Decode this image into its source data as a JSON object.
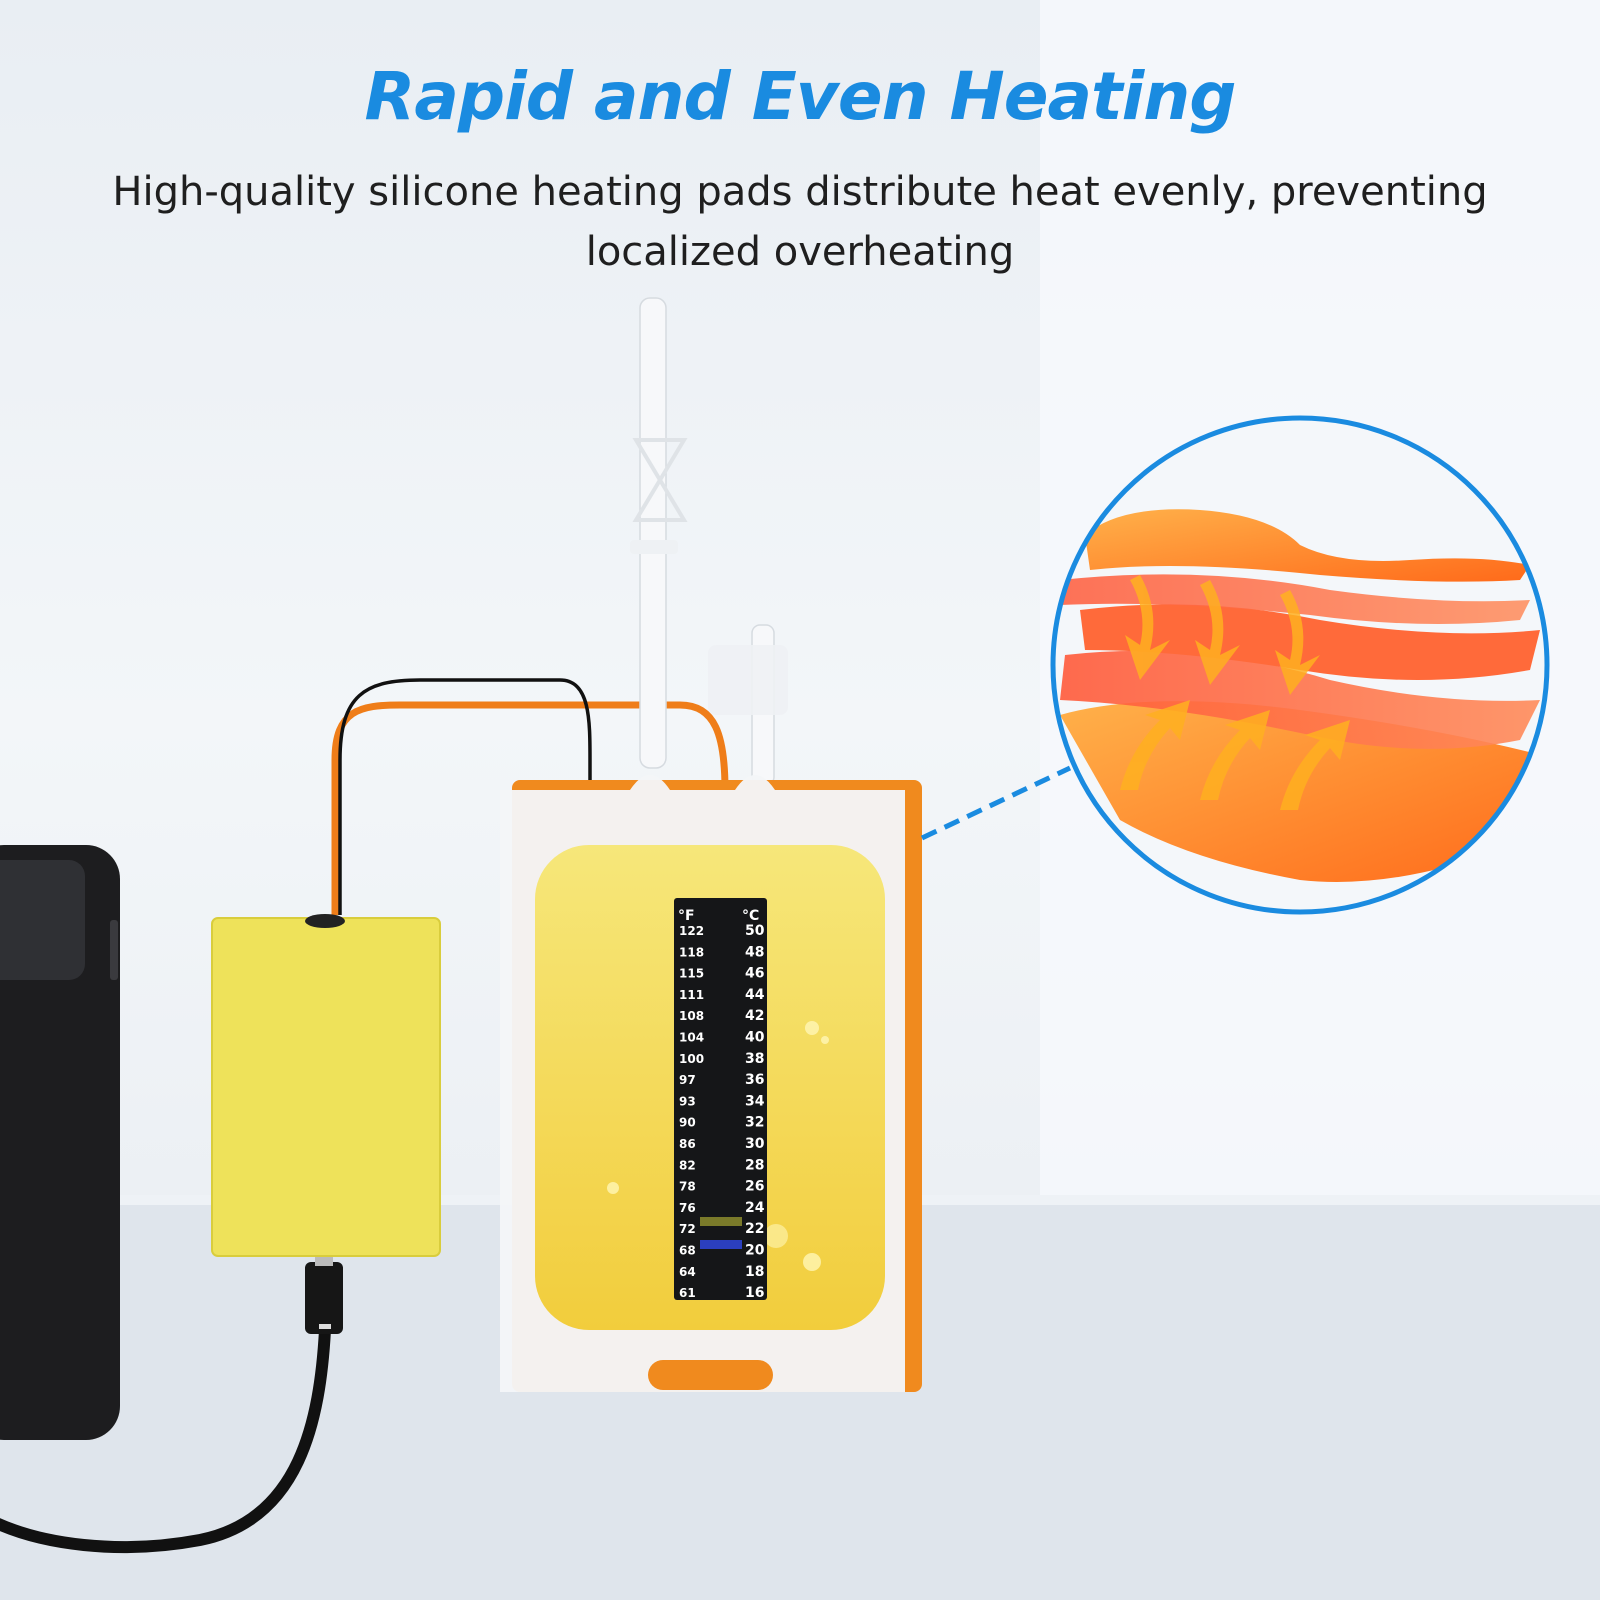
{
  "headline": {
    "title": "Rapid and Even Heating",
    "subtitle_line1": "High-quality silicone heating pads distribute heat evenly, preventing",
    "subtitle_line2": "localized overheating",
    "title_color": "#1a8be0"
  },
  "thermometer": {
    "unit_f": "°F",
    "unit_c": "°C",
    "fahrenheit": [
      "122",
      "118",
      "115",
      "111",
      "108",
      "104",
      "100",
      "97",
      "93",
      "90",
      "86",
      "82",
      "78",
      "76",
      "72",
      "68",
      "64",
      "61"
    ],
    "celsius": [
      "50",
      "48",
      "46",
      "44",
      "42",
      "40",
      "38",
      "36",
      "34",
      "32",
      "30",
      "28",
      "26",
      "24",
      "22",
      "20",
      "18",
      "16"
    ],
    "highlight_c": [
      "22",
      "20"
    ]
  },
  "colors": {
    "accent_blue": "#1a8be0",
    "bag_orange": "#f08a1e",
    "fluid_yellow": "#f3dc5e",
    "controller_yellow": "#eee25a",
    "heat_orange": "#ff7a1a"
  }
}
